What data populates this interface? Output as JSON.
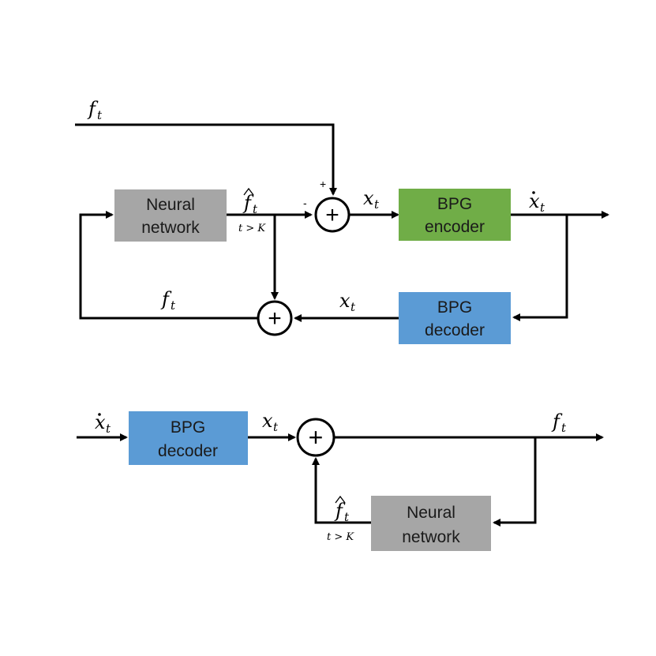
{
  "colors": {
    "neural": "#a6a6a6",
    "encoder": "#70ad47",
    "decoder": "#5b9bd5",
    "line": "#000000"
  },
  "top": {
    "input": {
      "base": "f",
      "sub": "t"
    },
    "neural_network": {
      "line1": "Neural",
      "line2": "network"
    },
    "prediction": {
      "base": "f",
      "sub": "t",
      "cond": "t > K"
    },
    "sum_plus_sign": "+",
    "sum_minus_sign": "-",
    "sum_symbol": "+",
    "residual": {
      "base": "x",
      "sub": "t"
    },
    "encoder": {
      "line1": "BPG",
      "line2": "encoder"
    },
    "coded": {
      "base": "x",
      "sub": "t"
    },
    "decoder": {
      "line1": "BPG",
      "line2": "decoder"
    },
    "decoded_residual": {
      "base": "x",
      "sub": "t"
    },
    "reconstruction": {
      "base": "f",
      "sub": "t"
    },
    "recon_sum_symbol": "+"
  },
  "bottom": {
    "input": {
      "base": "x",
      "sub": "t"
    },
    "decoder": {
      "line1": "BPG",
      "line2": "decoder"
    },
    "residual": {
      "base": "x",
      "sub": "t"
    },
    "sum_symbol": "+",
    "output": {
      "base": "f",
      "sub": "t"
    },
    "prediction": {
      "base": "f",
      "sub": "t",
      "cond": "t > K"
    },
    "neural_network": {
      "line1": "Neural",
      "line2": "network"
    }
  }
}
